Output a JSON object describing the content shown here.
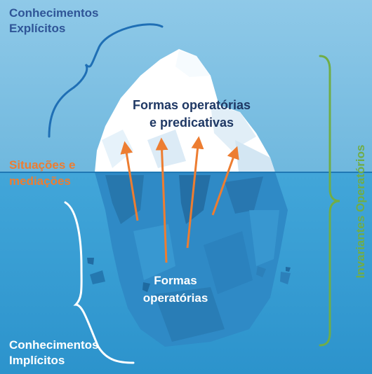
{
  "labels": {
    "explicit": [
      "Conhecimentos",
      "Explícitos"
    ],
    "situations": [
      "Situações e",
      "mediações"
    ],
    "implicit": [
      "Conhecimentos",
      "Implícitos"
    ],
    "top_forms": [
      "Formas operatórias",
      "e predicativas"
    ],
    "bottom_forms": [
      "Formas",
      "operatórias"
    ],
    "invariants": "Invariantes Operatórios"
  },
  "colors": {
    "sky_top": "#8fc9e8",
    "sky_bottom": "#6bb6dd",
    "water": "#3aa1d6",
    "waterline": "#1f78b4",
    "ice_tip": "#f2f9fd",
    "ice_underwater": "#2f86c2",
    "arrow": "#ed7d31",
    "brace_explicit": "#1f6fb5",
    "brace_implicit": "#ffffff",
    "brace_invariants": "#70ad47",
    "text_explicit": "#2f5597",
    "text_situations": "#ed7d31",
    "text_implicit": "#ffffff",
    "text_top_forms": "#1f3864",
    "text_invariants": "#70ad47"
  },
  "icons": [
    "iceberg",
    "curly-brace",
    "arrow-up"
  ]
}
